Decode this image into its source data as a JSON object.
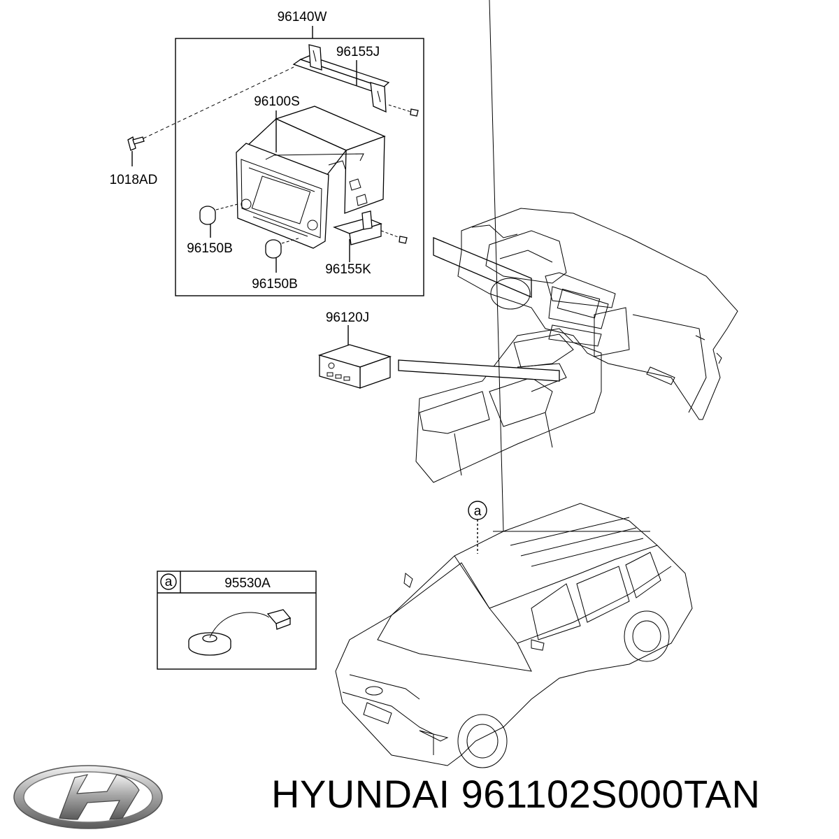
{
  "labels": {
    "assembly": "96140W",
    "bracket_upper": "96155J",
    "head_unit": "96100S",
    "screw": "1018AD",
    "knob_left": "96150B",
    "knob_bottom": "96150B",
    "bracket_lower": "96155K",
    "aux_jack": "96120J",
    "callout_letter": "a",
    "sensor": "95530A"
  },
  "footer": {
    "brand": "HYUNDAI",
    "part_number": "961102S000TAN"
  }
}
